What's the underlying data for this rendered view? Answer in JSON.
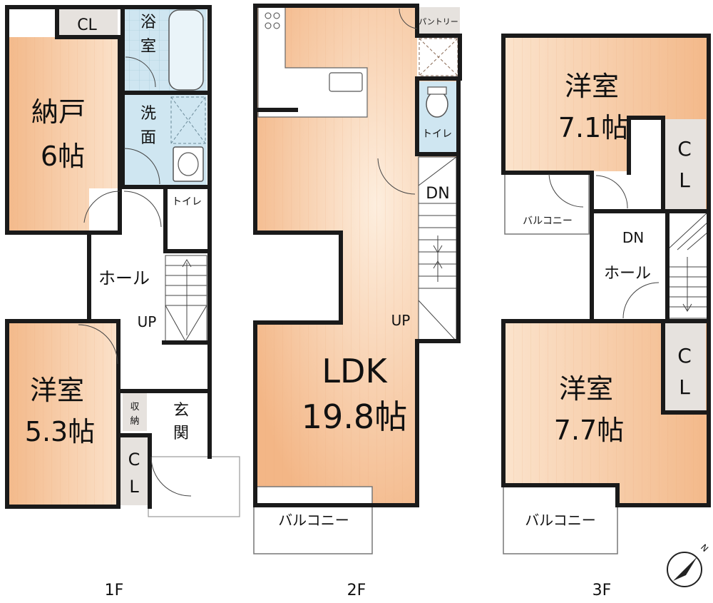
{
  "floors": [
    {
      "id": "1f",
      "label": "1F",
      "rooms": {
        "storage_name": "納戸",
        "storage_size": "6帖",
        "closet_top": "CL",
        "bath_1": "浴",
        "bath_2": "室",
        "wash_1": "洗",
        "wash_2": "面",
        "toilet": "トイレ",
        "hall": "ホール",
        "up": "UP",
        "western_name": "洋室",
        "western_size": "5.3帖",
        "shuno_1": "収",
        "shuno_2": "納",
        "entrance_1": "玄",
        "entrance_2": "関",
        "closet_c": "C",
        "closet_l": "L"
      }
    },
    {
      "id": "2f",
      "label": "2F",
      "rooms": {
        "pantry": "パントリー",
        "toilet": "トイレ",
        "dn": "DN",
        "up": "UP",
        "ldk_name": "LDK",
        "ldk_size": "19.8帖",
        "balcony": "バルコニー"
      }
    },
    {
      "id": "3f",
      "label": "3F",
      "rooms": {
        "western1_name": "洋室",
        "western1_size": "7.1帖",
        "closet1_c": "C",
        "closet1_l": "L",
        "balcony_small": "バルコニー",
        "dn": "DN",
        "hall": "ホール",
        "western2_name": "洋室",
        "western2_size": "7.7帖",
        "closet2_c": "C",
        "closet2_l": "L",
        "balcony": "バルコニー"
      }
    }
  ],
  "compass": {
    "letter": "N"
  },
  "colors": {
    "wood": "#f6c69a",
    "wood_light": "#fde4cc",
    "tile": "#c8e3ef",
    "wall": "#1a1a1a",
    "closet": "#e6e2de"
  }
}
